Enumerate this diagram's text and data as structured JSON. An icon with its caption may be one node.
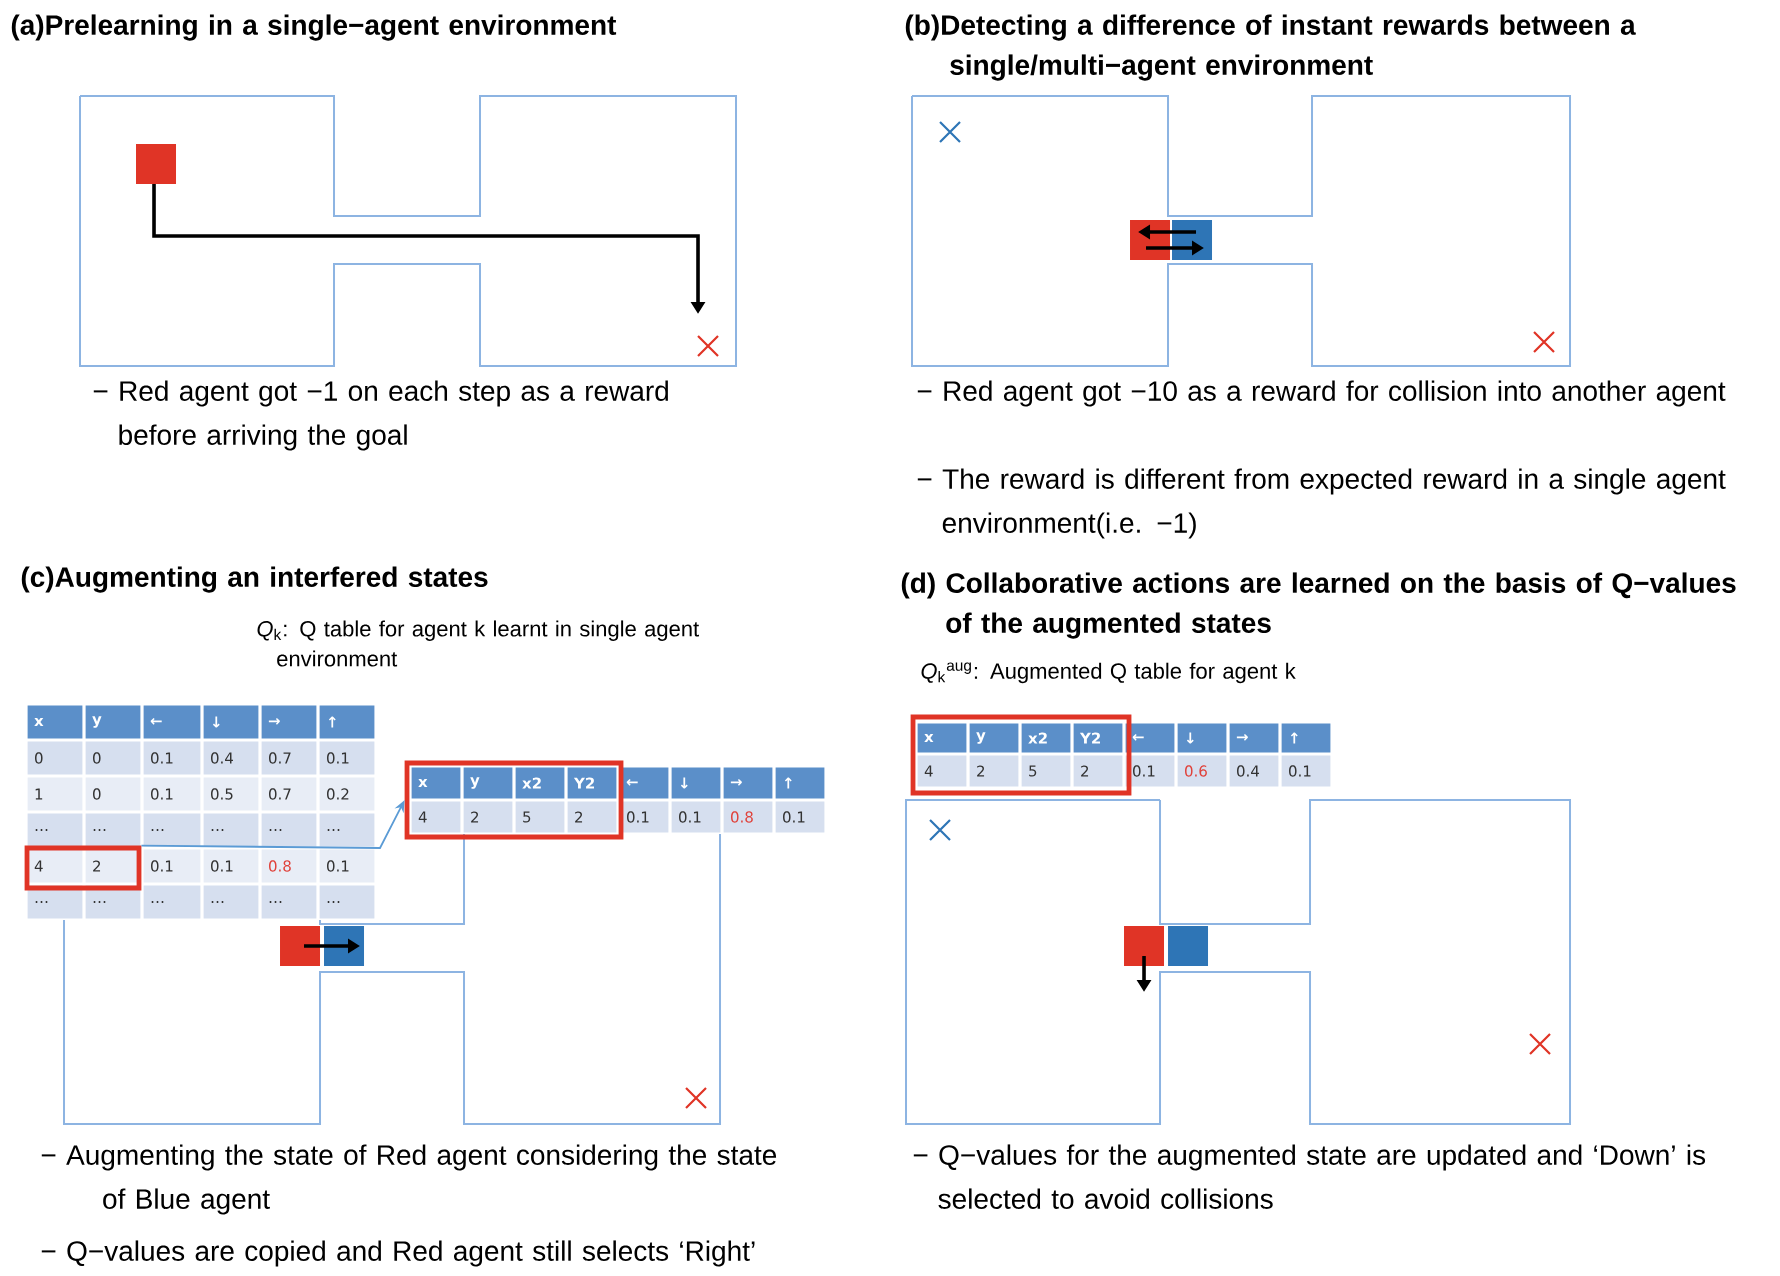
{
  "diagram": {
    "nodes": [
      {
        "text": [],
        "shape": "box"
      },
      {
        "text": [],
        "shape": "box"
      },
      {
        "text": [],
        "shape": "box"
      }
    ],
    "edges": [
      {
        "from": 0,
        "to": 1,
        "arrow": "to"
      }
    ],
    "labels": [
      "(a)Prelearning in a single−agent environment",
      "(b)Detecting a difference of instant rewards between a single/multi−agent environment",
      "− Red agent got −1 on each step as a reward before arriving the goal",
      "− Red agent got −10 as a reward for collision into another agent",
      "− The reward is different from expected reward in a single agent environment(i.e. −1)",
      "(c)Augmenting an interfered states",
      "(d) Collaborative actions are learned on the basis of Q−values of the augmented states",
      "*Q*$_{k}$: Q table for agent k learnt in single agent environment",
      "*Q*$_{k}$$^{aug}$: Augmented Q table for agent k",
      "x",
      "y",
      "←",
      "↓",
      "→",
      "↑",
      "0",
      "0",
      "0.1",
      "0.4",
      "0.7",
      "0.1",
      "1",
      "0",
      "0.1",
      "0.5",
      "0.7",
      "0.2",
      "…",
      "…",
      "…",
      "…",
      "…",
      "…",
      "4",
      "2",
      "0.1",
      "0.1",
      "0.8",
      "0.1",
      "…",
      "…",
      "…",
      "…",
      "…",
      "…",
      "x",
      "y",
      "x2",
      "Y2",
      "←",
      "↓",
      "→",
      "↑",
      "4",
      "2",
      "5",
      "2",
      "0.1",
      "0.1",
      "0.8",
      "0.1",
      "x",
      "y",
      "x2",
      "Y2",
      "←",
      "↓",
      "→",
      "↑",
      "4",
      "2",
      "5",
      "2",
      "0.1",
      "0.6",
      "0.4",
      "0.1",
      "−  Augmenting the state of Red agent considering the state of Blue agent",
      "−  Q−values are copied and Red agent still selects ‘Right’",
      "− Q−values for the augmented state are updated and ‘Down’ is selected to avoid collisions"
    ]
  }
}
